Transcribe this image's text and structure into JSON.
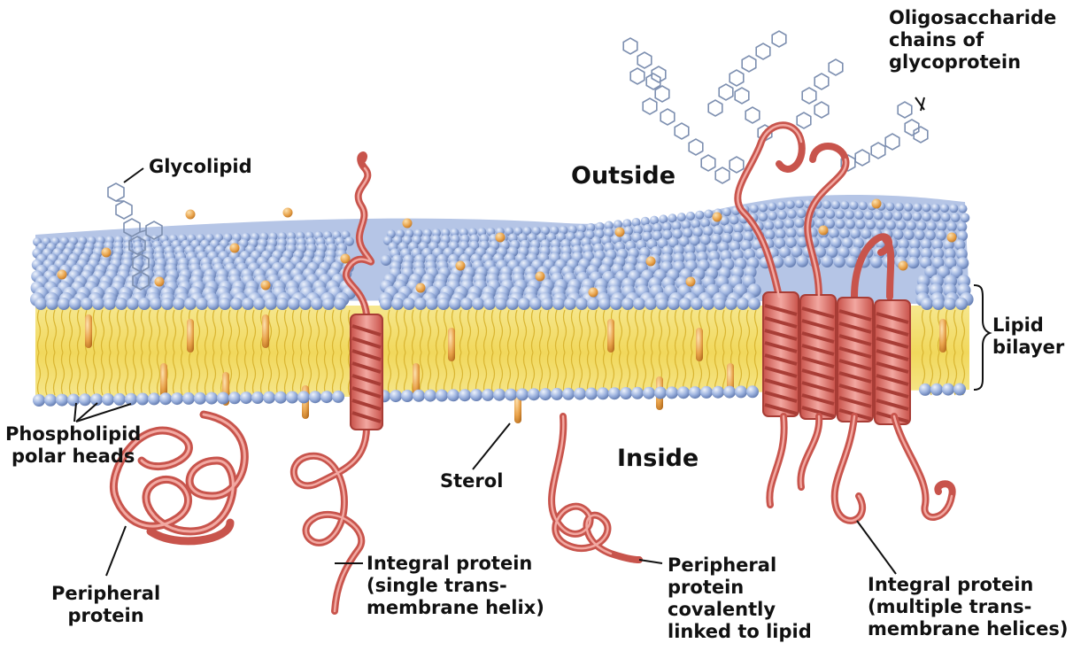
{
  "labels": {
    "glycolipid": [
      "Glycolipid"
    ],
    "outside": [
      "Outside"
    ],
    "inside": [
      "Inside"
    ],
    "oligosaccharide": [
      "Oligosaccharide",
      "chains of",
      "glycoprotein"
    ],
    "lipid_bilayer": [
      "Lipid",
      "bilayer"
    ],
    "phospholipid_heads": [
      "Phospholipid",
      "polar heads"
    ],
    "sterol": [
      "Sterol"
    ],
    "peripheral_protein": [
      "Peripheral",
      "protein"
    ],
    "integral_single": [
      "Integral protein",
      "(single trans-",
      "membrane helix)"
    ],
    "peripheral_lipid_linked": [
      "Peripheral",
      "protein",
      "covalently",
      "linked to lipid"
    ],
    "integral_multiple": [
      "Integral protein",
      "(multiple trans-",
      "membrane helices)"
    ]
  },
  "colors": {
    "polar_head": "#8fa8d8",
    "polar_head_highlight": "#dce6f7",
    "lipid_tail_region": "#f3e27a",
    "sterol": "#e49a3c",
    "protein": "#e8837f",
    "protein_dark": "#b9473f",
    "sugar_ring": "#8a9fbf",
    "text": "#111111"
  }
}
